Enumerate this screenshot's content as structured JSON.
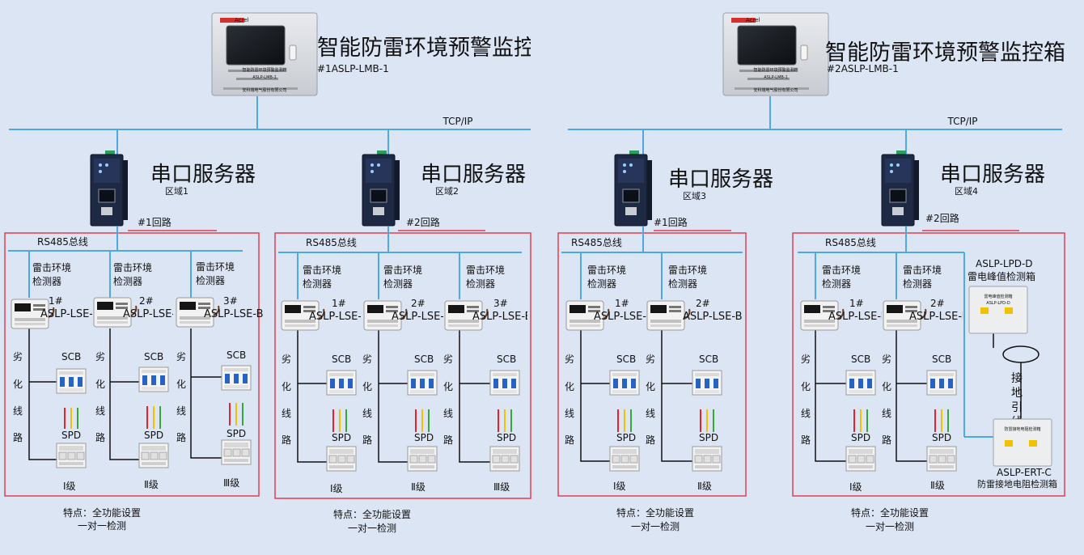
{
  "systems": [
    {
      "title": "智能防雷环境预警监控箱",
      "model": "#1ASLP-LMB-1",
      "panel_caption": "智能防雷环境预警监测箱",
      "panel_model": "ASLP-LMB-1",
      "panel_vendor": "安科瑞电气股份有限公司",
      "panel_brand": "Acrel",
      "network": "TCP/IP"
    },
    {
      "title": "智能防雷环境预警监控箱",
      "model": "#2ASLP-LMB-1",
      "panel_caption": "智能防雷环境预警监测箱",
      "panel_model": "ASLP-LMB-1",
      "panel_vendor": "安科瑞电气股份有限公司",
      "panel_brand": "Acrel",
      "network": "TCP/IP"
    }
  ],
  "servers": [
    {
      "title": "串口服务器",
      "zone": "区域1",
      "loop": "#1回路"
    },
    {
      "title": "串口服务器",
      "zone": "区域2",
      "loop": "#2回路"
    },
    {
      "title": "串口服务器",
      "zone": "区域3",
      "loop": "#1回路"
    },
    {
      "title": "串口服务器",
      "zone": "区域4",
      "loop": "#2回路"
    }
  ],
  "bus_label": "RS485总线",
  "detector_line1": "雷击环境",
  "detector_line2": "检测器",
  "detector_model": "ASLP-LSE-B",
  "detector_numbers": [
    "1#",
    "2#",
    "3#"
  ],
  "degraded_chars": [
    "劣",
    "化",
    "线",
    "路"
  ],
  "scb": "SCB",
  "spd": "SPD",
  "levels": [
    "Ⅰ级",
    "Ⅱ级",
    "Ⅲ级"
  ],
  "feature_line1": "特点：全功能设置",
  "feature_line2": "一对一检测",
  "lpd": {
    "model": "ASLP-LPD-D",
    "name": "雷电峰值检测箱",
    "box_label": "雷电峰值检测箱",
    "box_model": "ASLP-LPD-D"
  },
  "ground_wire": [
    "接",
    "地",
    "引",
    "线"
  ],
  "ert": {
    "model": "ASLP-ERT-C",
    "name": "防雷接地电阻检测箱",
    "box_label": "防雷接地电阻检测箱"
  },
  "colors": {
    "link": "#4ea8e4",
    "frame": "#e04050",
    "device": "#1e2a44",
    "wire": "#111111",
    "red": "#e5242a",
    "yellow": "#f2c200",
    "green": "#35a83a"
  }
}
